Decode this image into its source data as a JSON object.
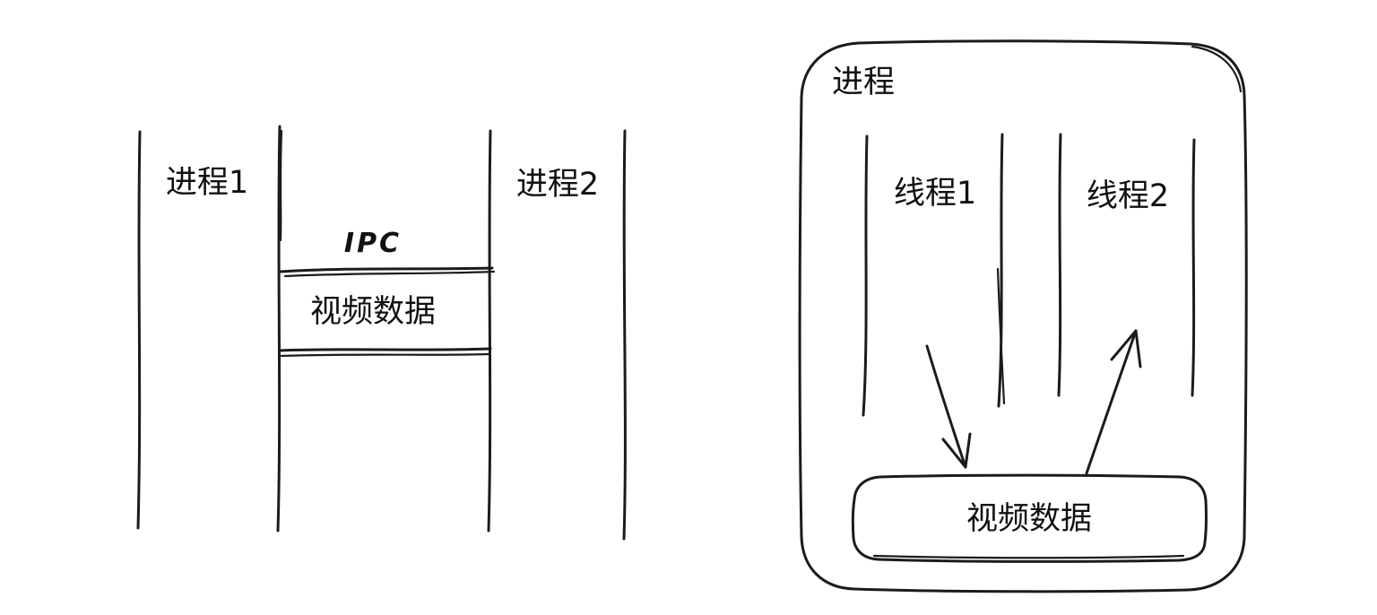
{
  "page": {
    "background_color": "#ffffff",
    "ink_color": "#1b1b1b"
  },
  "left_diagram": {
    "name": "inter-process-communication",
    "process1_label": "进程1",
    "process2_label": "进程2",
    "channel_label": "IPC",
    "payload_label": "视频数据"
  },
  "right_diagram": {
    "name": "multi-thread-shared-data",
    "container_label": "进程",
    "thread1_label": "线程1",
    "thread2_label": "线程2",
    "payload_label": "视频数据"
  }
}
